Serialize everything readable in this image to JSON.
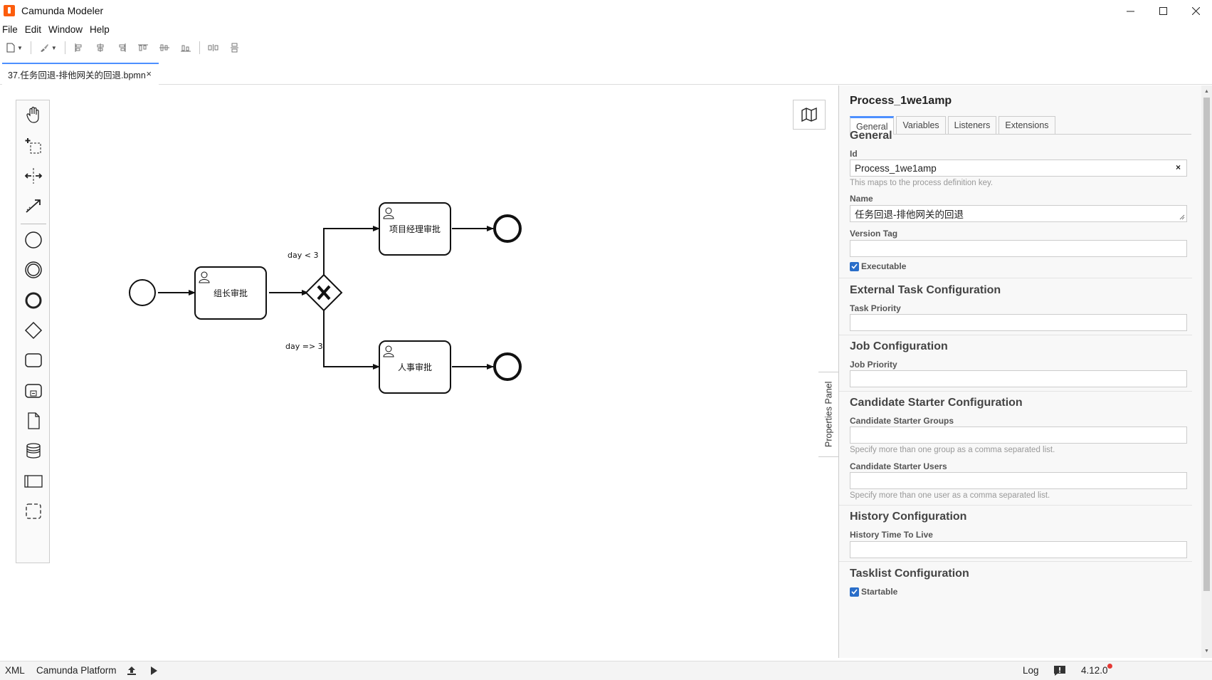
{
  "window": {
    "title": "Camunda Modeler"
  },
  "menu": [
    "File",
    "Edit",
    "Window",
    "Help"
  ],
  "tab": {
    "label": "37.任务回退-排他网关的回退.bpmn",
    "close": "×"
  },
  "diagram": {
    "tasks": [
      "组长审批",
      "项目经理审批",
      "人事审批"
    ],
    "flows": [
      "day < 3",
      "day => 3"
    ]
  },
  "properties_toggle": "Properties Panel",
  "properties": {
    "title": "Process_1we1amp",
    "tabs": [
      "General",
      "Variables",
      "Listeners",
      "Extensions"
    ],
    "general": {
      "title": "General",
      "id_label": "Id",
      "id_value": "Process_1we1amp",
      "id_clear": "×",
      "id_hint": "This maps to the process definition key.",
      "name_label": "Name",
      "name_value": "任务回退-排他网关的回退",
      "version_tag_label": "Version Tag",
      "version_tag_value": "",
      "executable_label": "Executable"
    },
    "external_task": {
      "title": "External Task Configuration",
      "priority_label": "Task Priority",
      "priority_value": ""
    },
    "job": {
      "title": "Job Configuration",
      "priority_label": "Job Priority",
      "priority_value": ""
    },
    "candidate_starter": {
      "title": "Candidate Starter Configuration",
      "groups_label": "Candidate Starter Groups",
      "groups_value": "",
      "groups_hint": "Specify more than one group as a comma separated list.",
      "users_label": "Candidate Starter Users",
      "users_value": "",
      "users_hint": "Specify more than one user as a comma separated list."
    },
    "history": {
      "title": "History Configuration",
      "ttl_label": "History Time To Live",
      "ttl_value": ""
    },
    "tasklist": {
      "title": "Tasklist Configuration",
      "startable_label": "Startable"
    }
  },
  "status": {
    "xml": "XML",
    "platform": "Camunda Platform",
    "log": "Log",
    "version": "4.12.0"
  },
  "colors": {
    "accent": "#4d90ff",
    "brand": "#fc5d0d",
    "checkbox": "#2a6ec9",
    "update_dot": "#e53935"
  }
}
